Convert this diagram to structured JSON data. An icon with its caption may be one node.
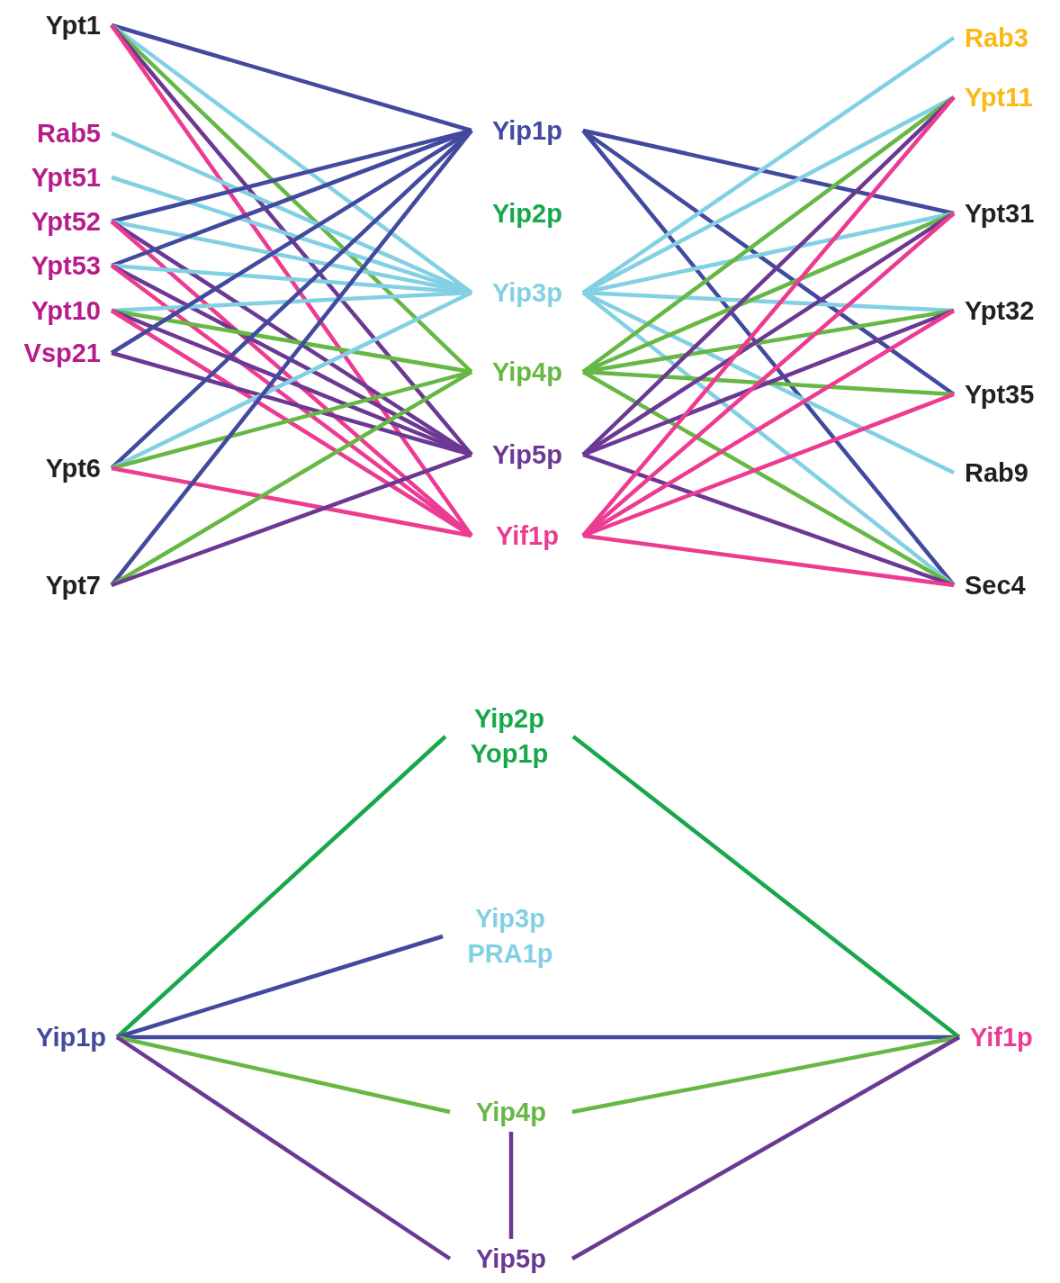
{
  "diagram": {
    "nodes": [
      {
        "text": [
          "Ypt1"
        ]
      },
      {
        "text": [
          "Rab5"
        ]
      },
      {
        "text": [
          "Ypt51"
        ]
      },
      {
        "text": [
          "Ypt52"
        ]
      },
      {
        "text": [
          "Ypt53"
        ]
      },
      {
        "text": [
          "Ypt10"
        ]
      },
      {
        "text": [
          "Vsp21"
        ]
      },
      {
        "text": [
          "Ypt6"
        ]
      },
      {
        "text": [
          "Ypt7"
        ]
      },
      {
        "text": [
          "Yip1p"
        ]
      },
      {
        "text": [
          "Yip2p"
        ]
      },
      {
        "text": [
          "Yip3p"
        ]
      },
      {
        "text": [
          "Yip4p"
        ]
      },
      {
        "text": [
          "Yip5p"
        ]
      },
      {
        "text": [
          "Yif1p"
        ]
      },
      {
        "text": [
          "Rab3"
        ]
      },
      {
        "text": [
          "Ypt11"
        ]
      },
      {
        "text": [
          "Ypt31"
        ]
      },
      {
        "text": [
          "Ypt32"
        ]
      },
      {
        "text": [
          "Ypt35"
        ]
      },
      {
        "text": [
          "Rab9"
        ]
      },
      {
        "text": [
          "Sec4"
        ]
      },
      {
        "text": [
          "Yip2p",
          "Yop1p"
        ]
      },
      {
        "text": [
          "Yip3p",
          "PRA1p"
        ]
      },
      {
        "text": [
          "Yip1p"
        ]
      },
      {
        "text": [
          "Yif1p"
        ]
      },
      {
        "text": [
          "Yip4p"
        ]
      },
      {
        "text": [
          "Yip5p"
        ]
      }
    ],
    "edges": [
      {
        "from": 0,
        "to": 9,
        "arrow": "none",
        "color": "#414a9e"
      },
      {
        "from": 0,
        "to": 11,
        "arrow": "none",
        "color": "#82d0e3"
      },
      {
        "from": 0,
        "to": 12,
        "arrow": "none",
        "color": "#66b844"
      },
      {
        "from": 0,
        "to": 13,
        "arrow": "none",
        "color": "#6b3894"
      },
      {
        "from": 0,
        "to": 14,
        "arrow": "none",
        "color": "#ec3b91"
      },
      {
        "from": 1,
        "to": 11,
        "arrow": "none",
        "color": "#82d0e3"
      },
      {
        "from": 2,
        "to": 11,
        "arrow": "none",
        "color": "#82d0e3"
      },
      {
        "from": 3,
        "to": 9,
        "arrow": "none",
        "color": "#414a9e"
      },
      {
        "from": 3,
        "to": 11,
        "arrow": "none",
        "color": "#82d0e3"
      },
      {
        "from": 3,
        "to": 13,
        "arrow": "none",
        "color": "#6b3894"
      },
      {
        "from": 3,
        "to": 14,
        "arrow": "none",
        "color": "#ec3b91"
      },
      {
        "from": 4,
        "to": 9,
        "arrow": "none",
        "color": "#414a9e"
      },
      {
        "from": 4,
        "to": 11,
        "arrow": "none",
        "color": "#82d0e3"
      },
      {
        "from": 4,
        "to": 13,
        "arrow": "none",
        "color": "#6b3894"
      },
      {
        "from": 4,
        "to": 14,
        "arrow": "none",
        "color": "#ec3b91"
      },
      {
        "from": 5,
        "to": 11,
        "arrow": "none",
        "color": "#82d0e3"
      },
      {
        "from": 5,
        "to": 12,
        "arrow": "none",
        "color": "#66b844"
      },
      {
        "from": 5,
        "to": 13,
        "arrow": "none",
        "color": "#6b3894"
      },
      {
        "from": 5,
        "to": 14,
        "arrow": "none",
        "color": "#ec3b91"
      },
      {
        "from": 6,
        "to": 9,
        "arrow": "none",
        "color": "#414a9e"
      },
      {
        "from": 6,
        "to": 13,
        "arrow": "none",
        "color": "#6b3894"
      },
      {
        "from": 7,
        "to": 9,
        "arrow": "none",
        "color": "#414a9e"
      },
      {
        "from": 7,
        "to": 11,
        "arrow": "none",
        "color": "#82d0e3"
      },
      {
        "from": 7,
        "to": 12,
        "arrow": "none",
        "color": "#66b844"
      },
      {
        "from": 7,
        "to": 14,
        "arrow": "none",
        "color": "#ec3b91"
      },
      {
        "from": 8,
        "to": 9,
        "arrow": "none",
        "color": "#414a9e"
      },
      {
        "from": 8,
        "to": 12,
        "arrow": "none",
        "color": "#66b844"
      },
      {
        "from": 8,
        "to": 13,
        "arrow": "none",
        "color": "#6b3894"
      },
      {
        "from": 9,
        "to": 17,
        "arrow": "none",
        "color": "#414a9e"
      },
      {
        "from": 9,
        "to": 19,
        "arrow": "none",
        "color": "#414a9e"
      },
      {
        "from": 9,
        "to": 21,
        "arrow": "none",
        "color": "#414a9e"
      },
      {
        "from": 11,
        "to": 15,
        "arrow": "none",
        "color": "#82d0e3"
      },
      {
        "from": 11,
        "to": 16,
        "arrow": "none",
        "color": "#82d0e3"
      },
      {
        "from": 11,
        "to": 17,
        "arrow": "none",
        "color": "#82d0e3"
      },
      {
        "from": 11,
        "to": 18,
        "arrow": "none",
        "color": "#82d0e3"
      },
      {
        "from": 11,
        "to": 20,
        "arrow": "none",
        "color": "#82d0e3"
      },
      {
        "from": 11,
        "to": 21,
        "arrow": "none",
        "color": "#82d0e3"
      },
      {
        "from": 12,
        "to": 16,
        "arrow": "none",
        "color": "#66b844"
      },
      {
        "from": 12,
        "to": 17,
        "arrow": "none",
        "color": "#66b844"
      },
      {
        "from": 12,
        "to": 18,
        "arrow": "none",
        "color": "#66b844"
      },
      {
        "from": 12,
        "to": 19,
        "arrow": "none",
        "color": "#66b844"
      },
      {
        "from": 12,
        "to": 21,
        "arrow": "none",
        "color": "#66b844"
      },
      {
        "from": 13,
        "to": 16,
        "arrow": "none",
        "color": "#6b3894"
      },
      {
        "from": 13,
        "to": 17,
        "arrow": "none",
        "color": "#6b3894"
      },
      {
        "from": 13,
        "to": 18,
        "arrow": "none",
        "color": "#6b3894"
      },
      {
        "from": 13,
        "to": 21,
        "arrow": "none",
        "color": "#6b3894"
      },
      {
        "from": 14,
        "to": 16,
        "arrow": "none",
        "color": "#ec3b91"
      },
      {
        "from": 14,
        "to": 17,
        "arrow": "none",
        "color": "#ec3b91"
      },
      {
        "from": 14,
        "to": 18,
        "arrow": "none",
        "color": "#ec3b91"
      },
      {
        "from": 14,
        "to": 19,
        "arrow": "none",
        "color": "#ec3b91"
      },
      {
        "from": 14,
        "to": 21,
        "arrow": "none",
        "color": "#ec3b91"
      },
      {
        "from": 24,
        "to": 22,
        "arrow": "none",
        "color": "#17a84b"
      },
      {
        "from": 24,
        "to": 23,
        "arrow": "none",
        "color": "#414a9e"
      },
      {
        "from": 24,
        "to": 25,
        "arrow": "none",
        "color": "#414a9e"
      },
      {
        "from": 24,
        "to": 26,
        "arrow": "none",
        "color": "#66b844"
      },
      {
        "from": 24,
        "to": 27,
        "arrow": "none",
        "color": "#6b3894"
      },
      {
        "from": 22,
        "to": 25,
        "arrow": "none",
        "color": "#17a84b"
      },
      {
        "from": 26,
        "to": 25,
        "arrow": "none",
        "color": "#66b844"
      },
      {
        "from": 27,
        "to": 25,
        "arrow": "none",
        "color": "#6b3894"
      },
      {
        "from": 26,
        "to": 27,
        "arrow": "none",
        "color": "#6b3894"
      }
    ]
  }
}
